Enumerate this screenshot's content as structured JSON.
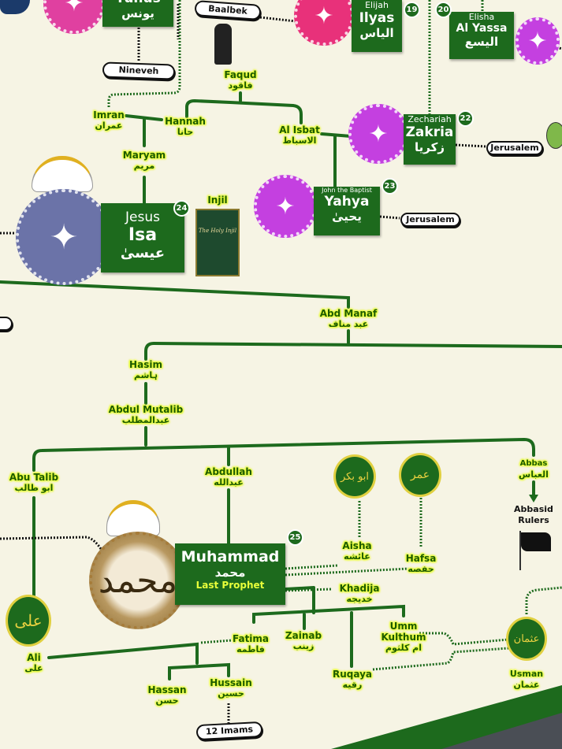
{
  "colors": {
    "background": "#f6f4e4",
    "tree_green": "#1d6a1d",
    "label_glow": "#e8ff3a",
    "label_text": "#1c5a00"
  },
  "prophets": {
    "yunus": {
      "en": "Yunus",
      "ar": "يونس",
      "color": "#e040a0"
    },
    "ilyas": {
      "number": "19",
      "en_small": "Elijah",
      "en": "Ilyas",
      "ar": "الياس",
      "color": "#e8317a"
    },
    "alyassa": {
      "number": "20",
      "en_small": "Elisha",
      "en": "Al Yassa",
      "ar": "اليسع",
      "color": "#c440e0"
    },
    "zakria": {
      "number": "22",
      "en_small": "Zechariah",
      "en": "Zakria",
      "ar": "زكريا",
      "color": "#c440e0"
    },
    "yahya": {
      "number": "23",
      "en_small": "John the Baptist",
      "en": "Yahya",
      "ar": "يحيىٰ",
      "color": "#c440e0"
    },
    "isa": {
      "number": "24",
      "en_small": "Jesus",
      "en": "Isa",
      "ar": "عيسىٰ",
      "color": "#6b73a8"
    },
    "muhammad": {
      "number": "25",
      "en": "Muhammad",
      "ar": "محمد",
      "subtitle": "Last Prophet",
      "color": "#c9a96a"
    }
  },
  "places": {
    "baalbek": "Baalbek",
    "nineveh": "Nineveh",
    "jerusalem_1": "Jerusalem",
    "jerusalem_2": "Jerusalem",
    "imams": "12 Imams"
  },
  "book": {
    "label": "Injil",
    "cover_text": "The Holy Injil"
  },
  "people": {
    "faqud": {
      "en": "Faqud",
      "ar": "فاقود"
    },
    "imran": {
      "en": "Imran",
      "ar": "عمران"
    },
    "hannah": {
      "en": "Hannah",
      "ar": "حانا"
    },
    "alisbat": {
      "en": "Al Isbat",
      "ar": "الاسباط"
    },
    "maryam": {
      "en": "Maryam",
      "ar": "مريم"
    },
    "abdmanaf": {
      "en": "Abd Manaf",
      "ar": "عبد مناف"
    },
    "hasim": {
      "en": "Hasim",
      "ar": "ہاشم"
    },
    "abdulmutalib": {
      "en": "Abdul Mutalib",
      "ar": "عبدالمطلب"
    },
    "abutalib": {
      "en": "Abu Talib",
      "ar": "ابو طالب"
    },
    "abdullah": {
      "en": "Abdullah",
      "ar": "عبدالله"
    },
    "abbas": {
      "en": "Abbas",
      "ar": "العباس"
    },
    "aisha": {
      "en": "Aisha",
      "ar": "عائشه"
    },
    "hafsa": {
      "en": "Hafsa",
      "ar": "حفصه"
    },
    "khadija": {
      "en": "Khadija",
      "ar": "خديجه"
    },
    "fatima": {
      "en": "Fatima",
      "ar": "فاطمه"
    },
    "zainab": {
      "en": "Zainab",
      "ar": "زينب"
    },
    "ummkulthum": {
      "en": "Umm Kulthum",
      "ar": "ام كلثوم"
    },
    "ruqaya": {
      "en": "Ruqaya",
      "ar": "رقيه"
    },
    "usman": {
      "en": "Usman",
      "ar": "عثمان"
    },
    "ali": {
      "en": "Ali",
      "ar": "على"
    },
    "hassan": {
      "en": "Hassan",
      "ar": "حسن"
    },
    "hussain": {
      "en": "Hussain",
      "ar": "حسين"
    }
  },
  "abbasid": "Abbasid Rulers",
  "medallions": {
    "abubakr": "ابو بكر",
    "umar": "عمر",
    "ali": "على",
    "usman": "عثمان"
  }
}
